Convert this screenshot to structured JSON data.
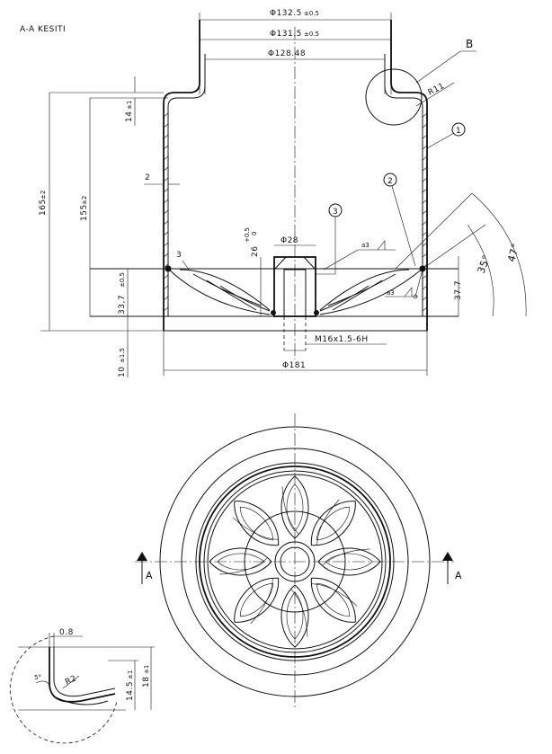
{
  "section_title": "A-A KESITI",
  "detail_label": "B",
  "dimensions": {
    "dia_132": "Φ132.5",
    "dia_132_tol": "±0.5",
    "dia_131": "Φ131.5",
    "dia_131_tol": "±0.5",
    "dia_128": "Φ128.48",
    "r11": "R11",
    "h14": "14",
    "h14_tol": "±1",
    "h165": "165",
    "h165_tol": "±2",
    "h155": "155",
    "h155_tol": "±2",
    "wall": "2",
    "h26": "26",
    "h26_tol_top": "+0.5",
    "h26_tol_bot": "0",
    "dia_28": "Φ28",
    "h3": "3",
    "h33": "33,7",
    "h33_tol": "±0.5",
    "h37": "37.7",
    "weld1": "a3",
    "weld2": "a3",
    "thread": "M16x1.5-6H",
    "h10": "10",
    "h10_tol": "±1.5",
    "dia_181": "Φ181",
    "ang35": "35°",
    "ang47": "47°",
    "t08": "0.8",
    "ang5": "5°",
    "r2": "R2",
    "h145": "14.5",
    "h145_tol": "±1",
    "h18": "18",
    "h18_tol": "±1"
  },
  "balloons": [
    "1",
    "2",
    "3"
  ],
  "view_labels": {
    "left": "A",
    "right": "A"
  }
}
